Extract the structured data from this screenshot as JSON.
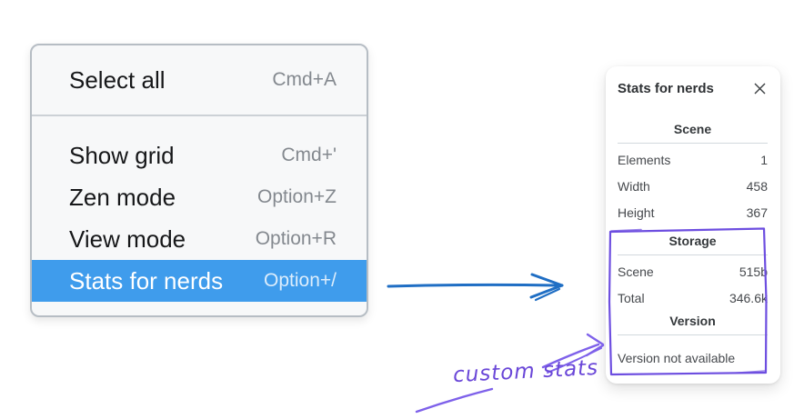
{
  "colors": {
    "menu_highlight": "#3f9cec",
    "arrow_blue": "#1f6ec4",
    "annotation_purple": "#6d4ee0"
  },
  "context_menu": {
    "groups": [
      {
        "items": [
          {
            "label": "Select all",
            "shortcut": "Cmd+A",
            "selected": false
          }
        ]
      },
      {
        "items": [
          {
            "label": "Show grid",
            "shortcut": "Cmd+'",
            "selected": false
          },
          {
            "label": "Zen mode",
            "shortcut": "Option+Z",
            "selected": false
          },
          {
            "label": "View mode",
            "shortcut": "Option+R",
            "selected": false
          },
          {
            "label": "Stats for nerds",
            "shortcut": "Option+/",
            "selected": true
          }
        ]
      }
    ]
  },
  "stats_panel": {
    "title": "Stats for nerds",
    "close_icon": "x-icon",
    "sections": [
      {
        "header": "Scene",
        "rows": [
          {
            "label": "Elements",
            "value": "1"
          },
          {
            "label": "Width",
            "value": "458"
          },
          {
            "label": "Height",
            "value": "367"
          }
        ]
      },
      {
        "header": "Storage",
        "rows": [
          {
            "label": "Scene",
            "value": "515b"
          },
          {
            "label": "Total",
            "value": "346.6k"
          }
        ]
      },
      {
        "header": "Version",
        "rows": [],
        "note": "Version not available"
      }
    ]
  },
  "annotation": {
    "label": "custom stats"
  }
}
